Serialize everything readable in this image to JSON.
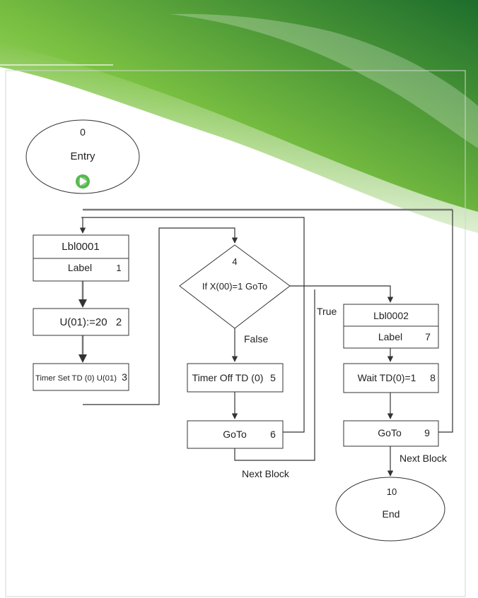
{
  "colors": {
    "banner_dark": "#1d6d2c",
    "banner_mid": "#7cc242",
    "banner_light": "#cfe8b3",
    "play_icon": "#57b84c"
  },
  "nodes": {
    "entry": {
      "number": "0",
      "label": "Entry",
      "icon": "play-icon"
    },
    "n1": {
      "title": "Lbl0001",
      "label": "Label",
      "number": "1"
    },
    "n2": {
      "label": "U(01):=20",
      "number": "2"
    },
    "n3": {
      "label": "Timer Set TD (0) U(01)",
      "number": "3"
    },
    "n4": {
      "number": "4",
      "label": "If X(00)=1 GoTo"
    },
    "n5": {
      "label": "Timer Off TD (0)",
      "number": "5"
    },
    "n6": {
      "label": "GoTo",
      "number": "6"
    },
    "n7": {
      "title": "Lbl0002",
      "label": "Label",
      "number": "7"
    },
    "n8": {
      "label": "Wait TD(0)=1",
      "number": "8"
    },
    "n9": {
      "label": "GoTo",
      "number": "9"
    },
    "end": {
      "number": "10",
      "label": "End"
    }
  },
  "edge_labels": {
    "true": "True",
    "false": "False",
    "next_block_1": "Next Block",
    "next_block_2": "Next Block"
  }
}
